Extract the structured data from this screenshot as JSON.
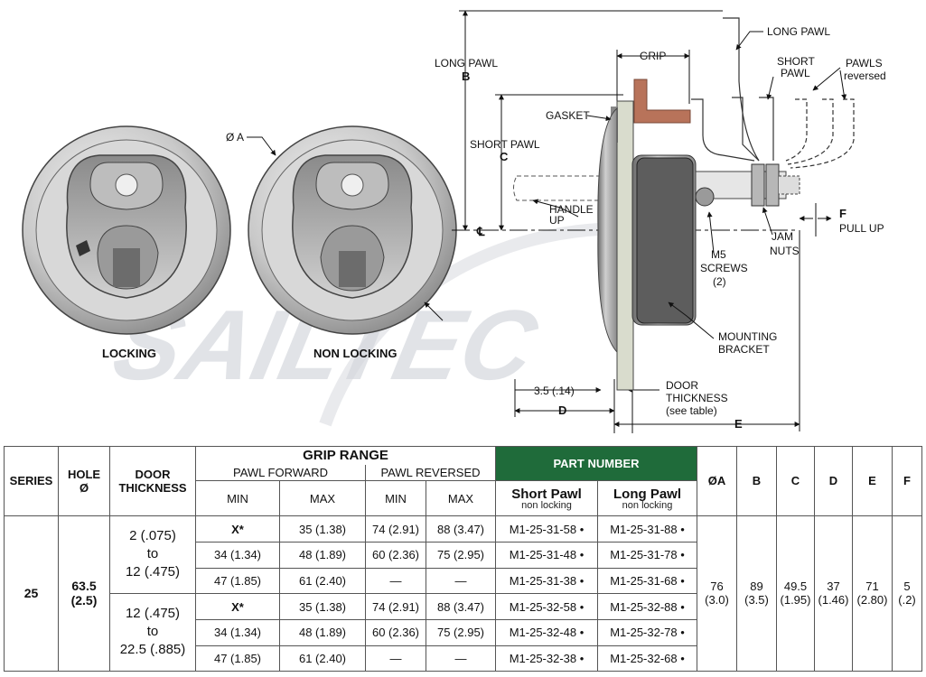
{
  "drawing": {
    "watermark": "SAILTEC",
    "labels": {
      "dia_a": "Ø A",
      "locking": "LOCKING",
      "non_locking": "NON LOCKING",
      "long_pawl_b_1": "LONG PAWL",
      "long_pawl_b_2": "B",
      "short_pawl_c_1": "SHORT PAWL",
      "short_pawl_c_2": "C",
      "grip": "GRIP",
      "gasket": "GASKET",
      "handle_up_1": "HANDLE",
      "handle_up_2": "UP",
      "centerline": "℄",
      "long_pawl": "LONG PAWL",
      "short_pawl_1": "SHORT",
      "short_pawl_2": "PAWL",
      "pawls_reversed_1": "PAWLS",
      "pawls_reversed_2": "reversed",
      "f_1": "F",
      "f_2": "PULL UP",
      "jam_nuts_1": "JAM",
      "jam_nuts_2": "NUTS",
      "m5_1": "M5",
      "m5_2": "SCREWS",
      "m5_3": "(2)",
      "bracket_1": "MOUNTING",
      "bracket_2": "BRACKET",
      "d_dim": "3.5 (.14)",
      "d": "D",
      "door_1": "DOOR",
      "door_2": "THICKNESS",
      "door_3": "(see table)",
      "e": "E"
    }
  },
  "table": {
    "headers": {
      "series": "SERIES",
      "hole_1": "HOLE",
      "hole_2": "Ø",
      "door_1": "DOOR",
      "door_2": "THICKNESS",
      "grip_range": "GRIP RANGE",
      "pawl_forward": "PAWL FORWARD",
      "pawl_reversed": "PAWL REVERSED",
      "min": "MIN",
      "max": "MAX",
      "part_number": "PART NUMBER",
      "short_pawl": "Short Pawl",
      "long_pawl": "Long Pawl",
      "non_locking": "non locking",
      "dia_a": "ØA",
      "b": "B",
      "c": "C",
      "d": "D",
      "e": "E",
      "f": "F"
    },
    "series": "25",
    "hole_1": "63.5",
    "hole_2": "(2.5)",
    "door_groups": [
      {
        "from": "2 (.075)",
        "to": "to",
        "until": "12 (.475)"
      },
      {
        "from": "12 (.475)",
        "to": "to",
        "until": "22.5 (.885)"
      }
    ],
    "rows": [
      {
        "fwd_min": "X*",
        "fwd_max": "35 (1.38)",
        "rev_min": "74 (2.91)",
        "rev_max": "88 (3.47)",
        "short": "M1-25-31-58 •",
        "long": "M1-25-31-88 •"
      },
      {
        "fwd_min": "34 (1.34)",
        "fwd_max": "48 (1.89)",
        "rev_min": "60 (2.36)",
        "rev_max": "75 (2.95)",
        "short": "M1-25-31-48 •",
        "long": "M1-25-31-78 •"
      },
      {
        "fwd_min": "47 (1.85)",
        "fwd_max": "61 (2.40)",
        "rev_min": "—",
        "rev_max": "—",
        "short": "M1-25-31-38 •",
        "long": "M1-25-31-68 •"
      },
      {
        "fwd_min": "X*",
        "fwd_max": "35 (1.38)",
        "rev_min": "74 (2.91)",
        "rev_max": "88 (3.47)",
        "short": "M1-25-32-58 •",
        "long": "M1-25-32-88 •"
      },
      {
        "fwd_min": "34 (1.34)",
        "fwd_max": "48 (1.89)",
        "rev_min": "60 (2.36)",
        "rev_max": "75 (2.95)",
        "short": "M1-25-32-48 •",
        "long": "M1-25-32-78 •"
      },
      {
        "fwd_min": "47 (1.85)",
        "fwd_max": "61 (2.40)",
        "rev_min": "—",
        "rev_max": "—",
        "short": "M1-25-32-38 •",
        "long": "M1-25-32-68 •"
      }
    ],
    "dims": {
      "a_1": "76",
      "a_2": "(3.0)",
      "b_1": "89",
      "b_2": "(3.5)",
      "c_1": "49.5",
      "c_2": "(1.95)",
      "d_1": "37",
      "d_2": "(1.46)",
      "e_1": "71",
      "e_2": "(2.80)",
      "f_1": "5",
      "f_2": "(.2)"
    },
    "colors": {
      "part_number_header": "#1f6b3a",
      "pawl_copper": "#b8735a"
    }
  }
}
